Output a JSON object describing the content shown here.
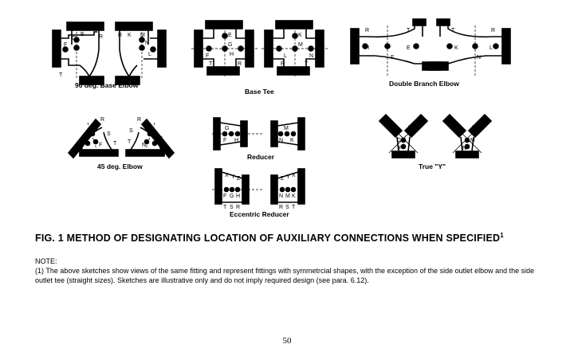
{
  "captions": {
    "base_elbow": "90 deg. Base Elbow",
    "base_tee": "Base Tee",
    "double_branch_elbow": "Double Branch Elbow",
    "elbow_45": "45 deg. Elbow",
    "reducer": "Reducer",
    "true_y": "True \"Y\"",
    "eccentric_reducer": "Eccentric Reducer"
  },
  "figure": {
    "title": "FIG. 1   METHOD OF DESIGNATING LOCATION OF AUXILIARY CONNECTIONS WHEN SPECIFIED",
    "footnote_mark": "1"
  },
  "note": {
    "label": "NOTE:",
    "text": "(1)  The above sketches show views of the same fitting and represent fittings with symmetrcial shapes, with the exception of the side outlet elbow and the side outlet tee (straight sizes). Sketches are illustrative only and do not imply required design (see para. 6.12)."
  },
  "page_number": "50",
  "letters": {
    "e1": [
      "G",
      "E",
      "R",
      "F",
      "T"
    ],
    "e2": [
      "R",
      "K",
      "M",
      "N",
      "L"
    ],
    "t1": [
      "E",
      "F",
      "G",
      "H",
      "T",
      "R"
    ],
    "t2": [
      "K",
      "M",
      "L",
      "N",
      "R",
      "T"
    ],
    "d1": [
      "R",
      "H",
      "T",
      "F",
      "E"
    ],
    "d2": [
      "T",
      "R",
      "K",
      "N",
      "L"
    ],
    "e45a": [
      "R",
      "E",
      "S",
      "G",
      "F",
      "T"
    ],
    "e45b": [
      "R",
      "S",
      "K",
      "M",
      "T",
      "N"
    ],
    "r1": [
      "G",
      "F",
      "H"
    ],
    "r2": [
      "M",
      "N",
      "K"
    ],
    "y1": [
      "E",
      "H",
      "G",
      "F"
    ],
    "y2": [
      "L",
      "K",
      "M",
      "N"
    ],
    "er1": [
      "X",
      "Y",
      "Z",
      "F",
      "G",
      "H",
      "T",
      "S",
      "R"
    ],
    "er2": [
      "Z",
      "Y",
      "X",
      "N",
      "M",
      "K",
      "R",
      "S",
      "T"
    ]
  }
}
